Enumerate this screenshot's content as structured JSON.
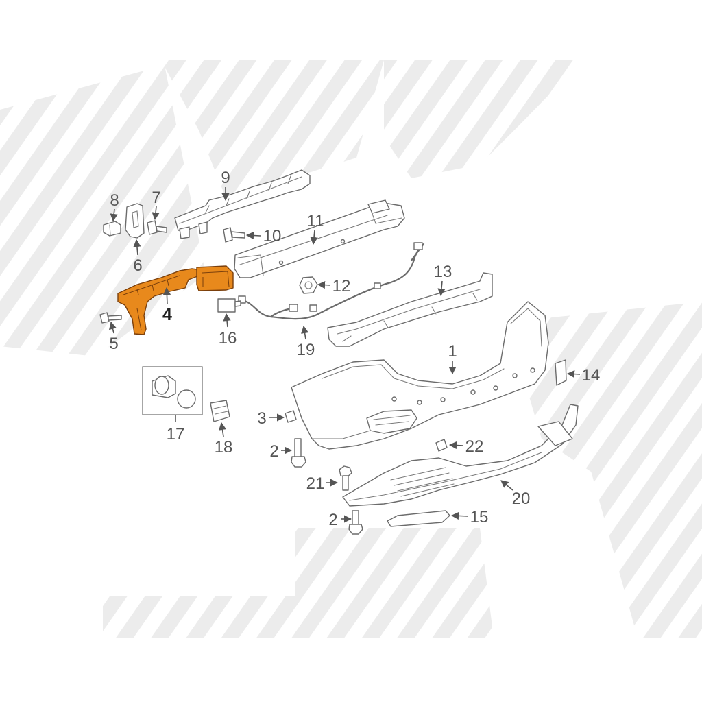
{
  "colors": {
    "highlight": "#e8891c",
    "line": "#555555",
    "watermark": "#ececec"
  },
  "callouts": [
    {
      "label": "1"
    },
    {
      "label": "2"
    },
    {
      "label": "2"
    },
    {
      "label": "3"
    },
    {
      "label": "4"
    },
    {
      "label": "5"
    },
    {
      "label": "6"
    },
    {
      "label": "7"
    },
    {
      "label": "8"
    },
    {
      "label": "9"
    },
    {
      "label": "10"
    },
    {
      "label": "11"
    },
    {
      "label": "12"
    },
    {
      "label": "13"
    },
    {
      "label": "14"
    },
    {
      "label": "15"
    },
    {
      "label": "16"
    },
    {
      "label": "17"
    },
    {
      "label": "18"
    },
    {
      "label": "19"
    },
    {
      "label": "20"
    },
    {
      "label": "21"
    },
    {
      "label": "22"
    }
  ]
}
